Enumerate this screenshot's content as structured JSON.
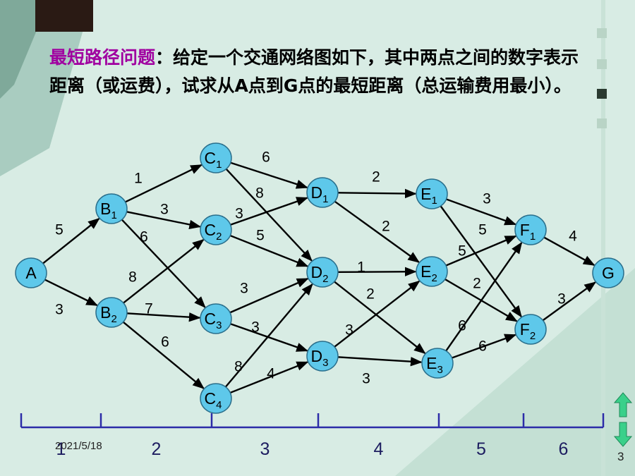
{
  "slide": {
    "heading_highlight": "最短路径问题",
    "heading_body": "：给定一个交通网络图如下，其中两点之间的数字表示距离（或运费），试求从A点到G点的最短距离（总运输费用最小）。",
    "date": "2021/5/18",
    "page_number": "3"
  },
  "colors": {
    "node_fill": "#5ec8ea",
    "node_stroke": "#2a6f8c",
    "edge": "#000000",
    "stage_bar": "#2c2ca8",
    "heading_highlight": "#a000a0"
  },
  "nodes": [
    {
      "id": "A",
      "main": "A",
      "sub": ""
    },
    {
      "id": "B1",
      "main": "B",
      "sub": "1"
    },
    {
      "id": "B2",
      "main": "B",
      "sub": "2"
    },
    {
      "id": "C1",
      "main": "C",
      "sub": "1"
    },
    {
      "id": "C2",
      "main": "C",
      "sub": "2"
    },
    {
      "id": "C3",
      "main": "C",
      "sub": "3"
    },
    {
      "id": "C4",
      "main": "C",
      "sub": "4"
    },
    {
      "id": "D1",
      "main": "D",
      "sub": "1"
    },
    {
      "id": "D2",
      "main": "D",
      "sub": "2"
    },
    {
      "id": "D3",
      "main": "D",
      "sub": "3"
    },
    {
      "id": "E1",
      "main": "E",
      "sub": "1"
    },
    {
      "id": "E2",
      "main": "E",
      "sub": "2"
    },
    {
      "id": "E3",
      "main": "E",
      "sub": "3"
    },
    {
      "id": "F1",
      "main": "F",
      "sub": "1"
    },
    {
      "id": "F2",
      "main": "F",
      "sub": "2"
    },
    {
      "id": "G",
      "main": "G",
      "sub": ""
    }
  ],
  "edges": [
    {
      "from": "A",
      "to": "B1",
      "w": "5"
    },
    {
      "from": "A",
      "to": "B2",
      "w": "3"
    },
    {
      "from": "B1",
      "to": "C1",
      "w": "1"
    },
    {
      "from": "B1",
      "to": "C2",
      "w": "3"
    },
    {
      "from": "B1",
      "to": "C3",
      "w": "6"
    },
    {
      "from": "B2",
      "to": "C2",
      "w": "8"
    },
    {
      "from": "B2",
      "to": "C3",
      "w": "7"
    },
    {
      "from": "B2",
      "to": "C4",
      "w": "6"
    },
    {
      "from": "C1",
      "to": "D1",
      "w": "6"
    },
    {
      "from": "C1",
      "to": "D2",
      "w": "8"
    },
    {
      "from": "C2",
      "to": "D1",
      "w": "3"
    },
    {
      "from": "C2",
      "to": "D2",
      "w": "5"
    },
    {
      "from": "C3",
      "to": "D2",
      "w": "3"
    },
    {
      "from": "C3",
      "to": "D3",
      "w": "3"
    },
    {
      "from": "C4",
      "to": "D2",
      "w": "8"
    },
    {
      "from": "C4",
      "to": "D3",
      "w": "4"
    },
    {
      "from": "D1",
      "to": "E1",
      "w": "2"
    },
    {
      "from": "D1",
      "to": "E2",
      "w": "2"
    },
    {
      "from": "D2",
      "to": "E2",
      "w": "1"
    },
    {
      "from": "D2",
      "to": "E3",
      "w": "2"
    },
    {
      "from": "D3",
      "to": "E2",
      "w": "3"
    },
    {
      "from": "D3",
      "to": "E3",
      "w": "3"
    },
    {
      "from": "E1",
      "to": "F1",
      "w": "3"
    },
    {
      "from": "E1",
      "to": "F2",
      "w": "5"
    },
    {
      "from": "E2",
      "to": "F1",
      "w": "5"
    },
    {
      "from": "E2",
      "to": "F2",
      "w": "2"
    },
    {
      "from": "E3",
      "to": "F1",
      "w": "6"
    },
    {
      "from": "E3",
      "to": "F2",
      "w": "6"
    },
    {
      "from": "F1",
      "to": "G",
      "w": "4"
    },
    {
      "from": "F2",
      "to": "G",
      "w": "3"
    }
  ],
  "stages": [
    "1",
    "2",
    "3",
    "4",
    "5",
    "6"
  ],
  "nav": {
    "up_icon": "up-arrow-icon",
    "down_icon": "down-arrow-icon"
  }
}
